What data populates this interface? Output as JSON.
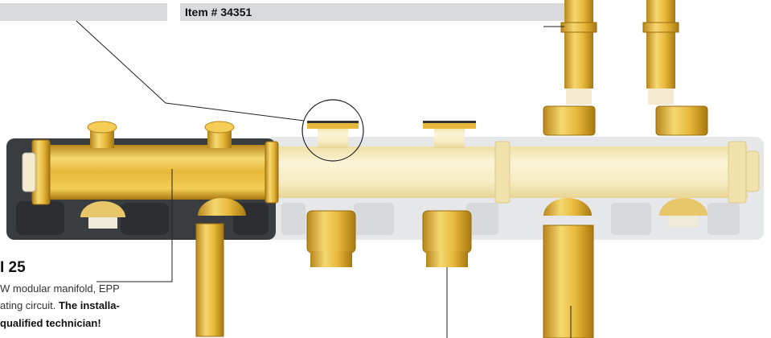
{
  "header": {
    "item_label": "Item # 34351"
  },
  "caption": {
    "model": "I 25",
    "line1": "W modular manifold, EPP",
    "line2_normal": "ating circuit. ",
    "line2_bold": "The installa-",
    "line3_bold": "qualified technician!"
  },
  "colors": {
    "brass": "#e7b83a",
    "brass_light": "#f5e6a8",
    "insulation": "#3a3d40",
    "insulation_faded": "#e6e7e8",
    "label_bar": "#d9dadb"
  }
}
